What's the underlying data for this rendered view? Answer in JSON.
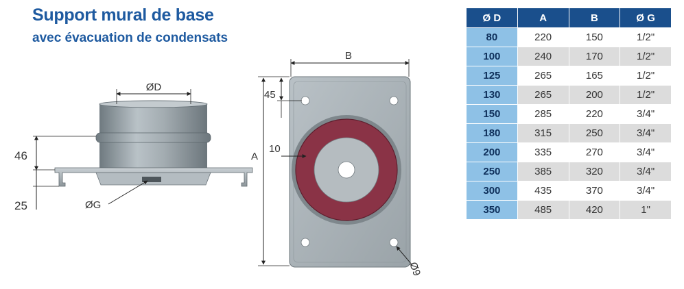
{
  "header": {
    "title": "Support mural de base",
    "subtitle": "avec évacuation de condensats"
  },
  "side_view": {
    "dim_d": "ØD",
    "dim_46": "46",
    "dim_25": "25",
    "dim_g": "ØG"
  },
  "front_view": {
    "dim_b": "B",
    "dim_a": "A",
    "dim_45": "45",
    "dim_10": "10",
    "dim_9": "Ø9"
  },
  "colors": {
    "title": "#1e5aa0",
    "table_header": "#1a4f8c",
    "table_key": "#8ec1e6",
    "plate": "#a9b1b6",
    "ring": "#8a3346"
  },
  "table": {
    "headers": [
      "Ø D",
      "A",
      "B",
      "Ø G"
    ],
    "rows": [
      [
        "80",
        "220",
        "150",
        "1/2\""
      ],
      [
        "100",
        "240",
        "170",
        "1/2\""
      ],
      [
        "125",
        "265",
        "165",
        "1/2\""
      ],
      [
        "130",
        "265",
        "200",
        "1/2\""
      ],
      [
        "150",
        "285",
        "220",
        "3/4\""
      ],
      [
        "180",
        "315",
        "250",
        "3/4\""
      ],
      [
        "200",
        "335",
        "270",
        "3/4\""
      ],
      [
        "250",
        "385",
        "320",
        "3/4\""
      ],
      [
        "300",
        "435",
        "370",
        "3/4\""
      ],
      [
        "350",
        "485",
        "420",
        "1\""
      ]
    ]
  }
}
